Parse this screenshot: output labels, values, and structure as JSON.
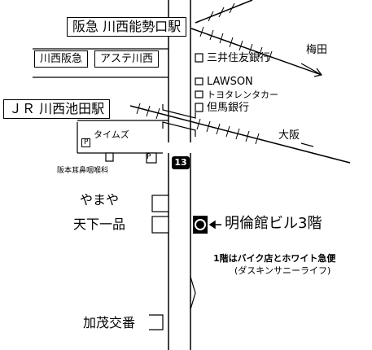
{
  "stations": {
    "hankyu": "阪急 川西能勢口駅",
    "jr": "ＪＲ 川西池田駅"
  },
  "destinations": {
    "umeda": "梅田",
    "osaka": "大阪"
  },
  "shops": {
    "kawanishi_hankyu": "川西阪急",
    "asute": "アステ川西",
    "mitsui_bank": "三井住友銀行",
    "lawson": "LAWSON",
    "toyota_rental": "トヨタレンタカー",
    "tajima_bank": "但馬銀行",
    "times": "タイムズ",
    "parking": "P",
    "clinic": "阪本耳鼻咽喉科",
    "yamaya": "やまや",
    "tenka": "天下一品",
    "police": "加茂交番"
  },
  "route": "13",
  "target": {
    "name": "明倫館ビル3階",
    "note1": "1階はバイク店とホワイト急便",
    "note2": "(ダスキンサニーライフ)"
  },
  "colors": {
    "ink": "#000000",
    "background": "#ffffff"
  },
  "icons": {
    "target_marker": "target-marker-icon",
    "arrow": "left-arrow-icon"
  }
}
